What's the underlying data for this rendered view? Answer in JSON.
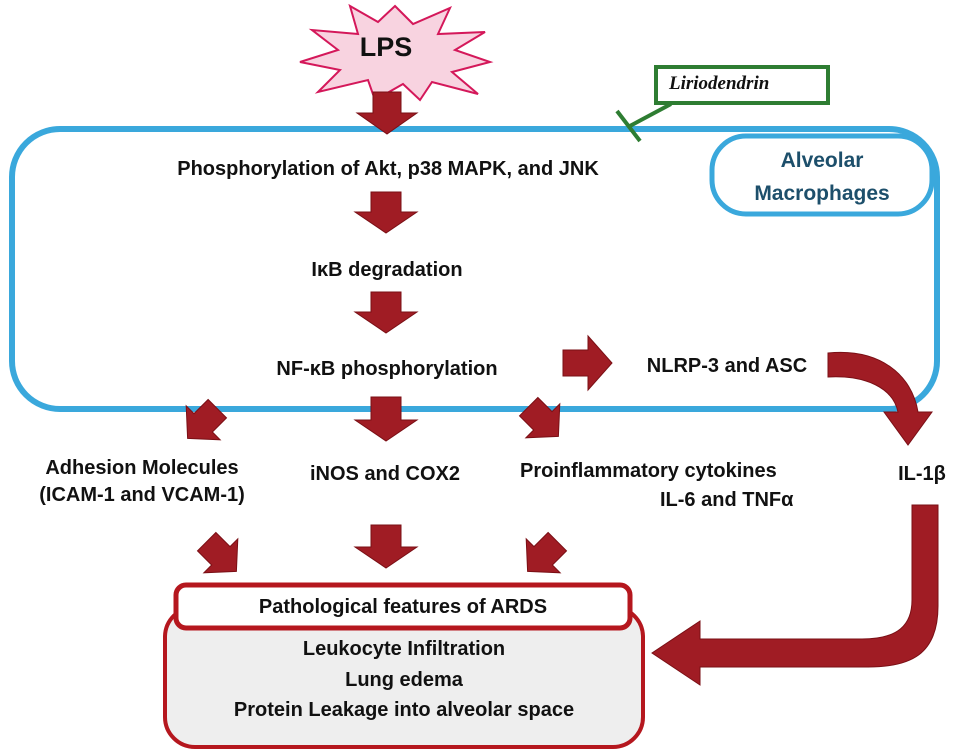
{
  "stimulus": {
    "label": "LPS"
  },
  "inhibitor": {
    "label": "Liriodendrin"
  },
  "cell": {
    "label_line1": "Alveolar",
    "label_line2": "Macrophages"
  },
  "pathway": {
    "step1": "Phosphorylation of Akt, p38 MAPK, and JNK",
    "step2": "IκB degradation",
    "step3": "NF-κB phosphorylation",
    "inflammasome": "NLRP-3 and ASC"
  },
  "outputs": {
    "adhesion_line1": "Adhesion Molecules",
    "adhesion_line2": "(ICAM-1 and VCAM-1)",
    "inos": "iNOS and COX2",
    "cytokines_line1": "Proinflammatory cytokines",
    "cytokines_line2": "IL-6 and TNFα",
    "il1b": "IL-1β"
  },
  "ards": {
    "title": "Pathological features of ARDS",
    "features": [
      "Leukocyte Infiltration",
      "Lung edema",
      "Protein Leakage into alveolar space"
    ]
  },
  "colors": {
    "arrow": "#a01c24",
    "cell_border": "#3aa8dc",
    "inhibitor": "#2e7d32",
    "starburst_fill": "#f8d3e0",
    "starburst_stroke": "#d4185a",
    "ards_border": "#b5171e",
    "ards_fill": "#eeeeee"
  }
}
